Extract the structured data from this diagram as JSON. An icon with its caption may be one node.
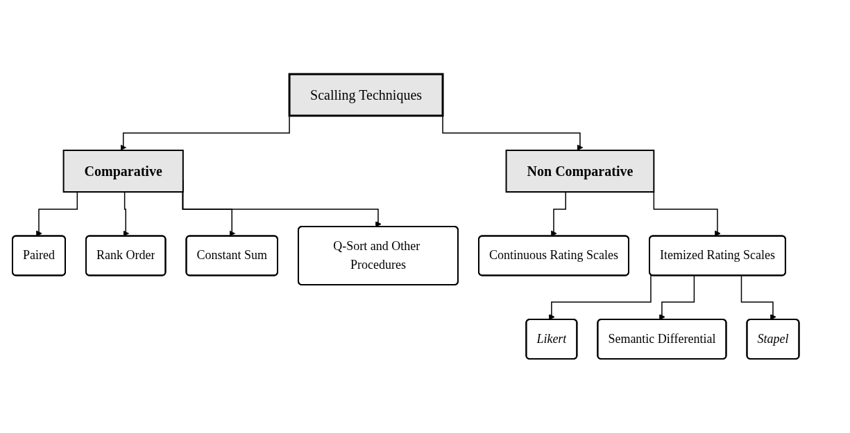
{
  "diagram": {
    "nodes": [
      {
        "text": [
          "Scalling Techniques"
        ]
      },
      {
        "text": [
          "Comparative"
        ]
      },
      {
        "text": [
          "Non Comparative"
        ]
      },
      {
        "text": [
          "Paired"
        ]
      },
      {
        "text": [
          "Rank Order"
        ]
      },
      {
        "text": [
          "Constant Sum"
        ]
      },
      {
        "text": [
          "Q-Sort and Other Procedures"
        ]
      },
      {
        "text": [
          "Continuous Rating Scales"
        ]
      },
      {
        "text": [
          "Itemized Rating Scales"
        ]
      },
      {
        "text": [
          "Likert"
        ]
      },
      {
        "text": [
          "Semantic Differential"
        ]
      },
      {
        "text": [
          "Stapel"
        ]
      }
    ],
    "edges": [
      {
        "from": 0,
        "to": 1,
        "arrow": "to"
      },
      {
        "from": 0,
        "to": 2,
        "arrow": "to"
      },
      {
        "from": 1,
        "to": 3,
        "arrow": "to"
      },
      {
        "from": 1,
        "to": 4,
        "arrow": "to"
      },
      {
        "from": 1,
        "to": 5,
        "arrow": "to"
      },
      {
        "from": 1,
        "to": 6,
        "arrow": "to"
      },
      {
        "from": 2,
        "to": 7,
        "arrow": "to"
      },
      {
        "from": 2,
        "to": 8,
        "arrow": "to"
      },
      {
        "from": 8,
        "to": 9,
        "arrow": "to"
      },
      {
        "from": 8,
        "to": 10,
        "arrow": "to"
      },
      {
        "from": 8,
        "to": 11,
        "arrow": "to"
      }
    ]
  }
}
